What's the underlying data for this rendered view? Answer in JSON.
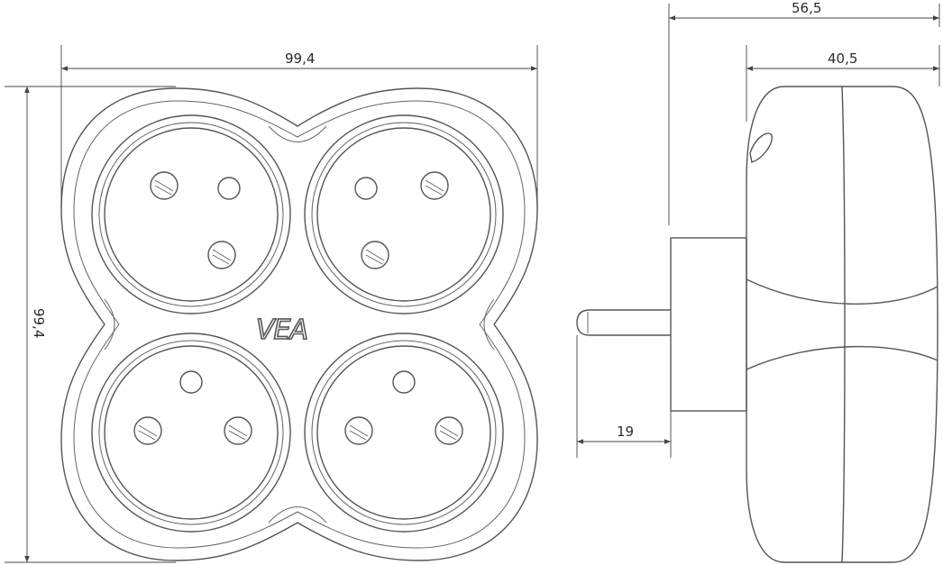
{
  "dimensions": {
    "front_width": "99,4",
    "front_height": "99,4",
    "side_total_depth": "56,5",
    "side_body_depth": "40,5",
    "pin_length": "19"
  },
  "brand": {
    "logo_text": "VEA"
  },
  "front_view": {
    "sockets": [
      {
        "position": "top-left"
      },
      {
        "position": "top-right"
      },
      {
        "position": "bottom-left"
      },
      {
        "position": "bottom-right"
      }
    ]
  },
  "colors": {
    "line": "#555555",
    "background": "#ffffff"
  }
}
